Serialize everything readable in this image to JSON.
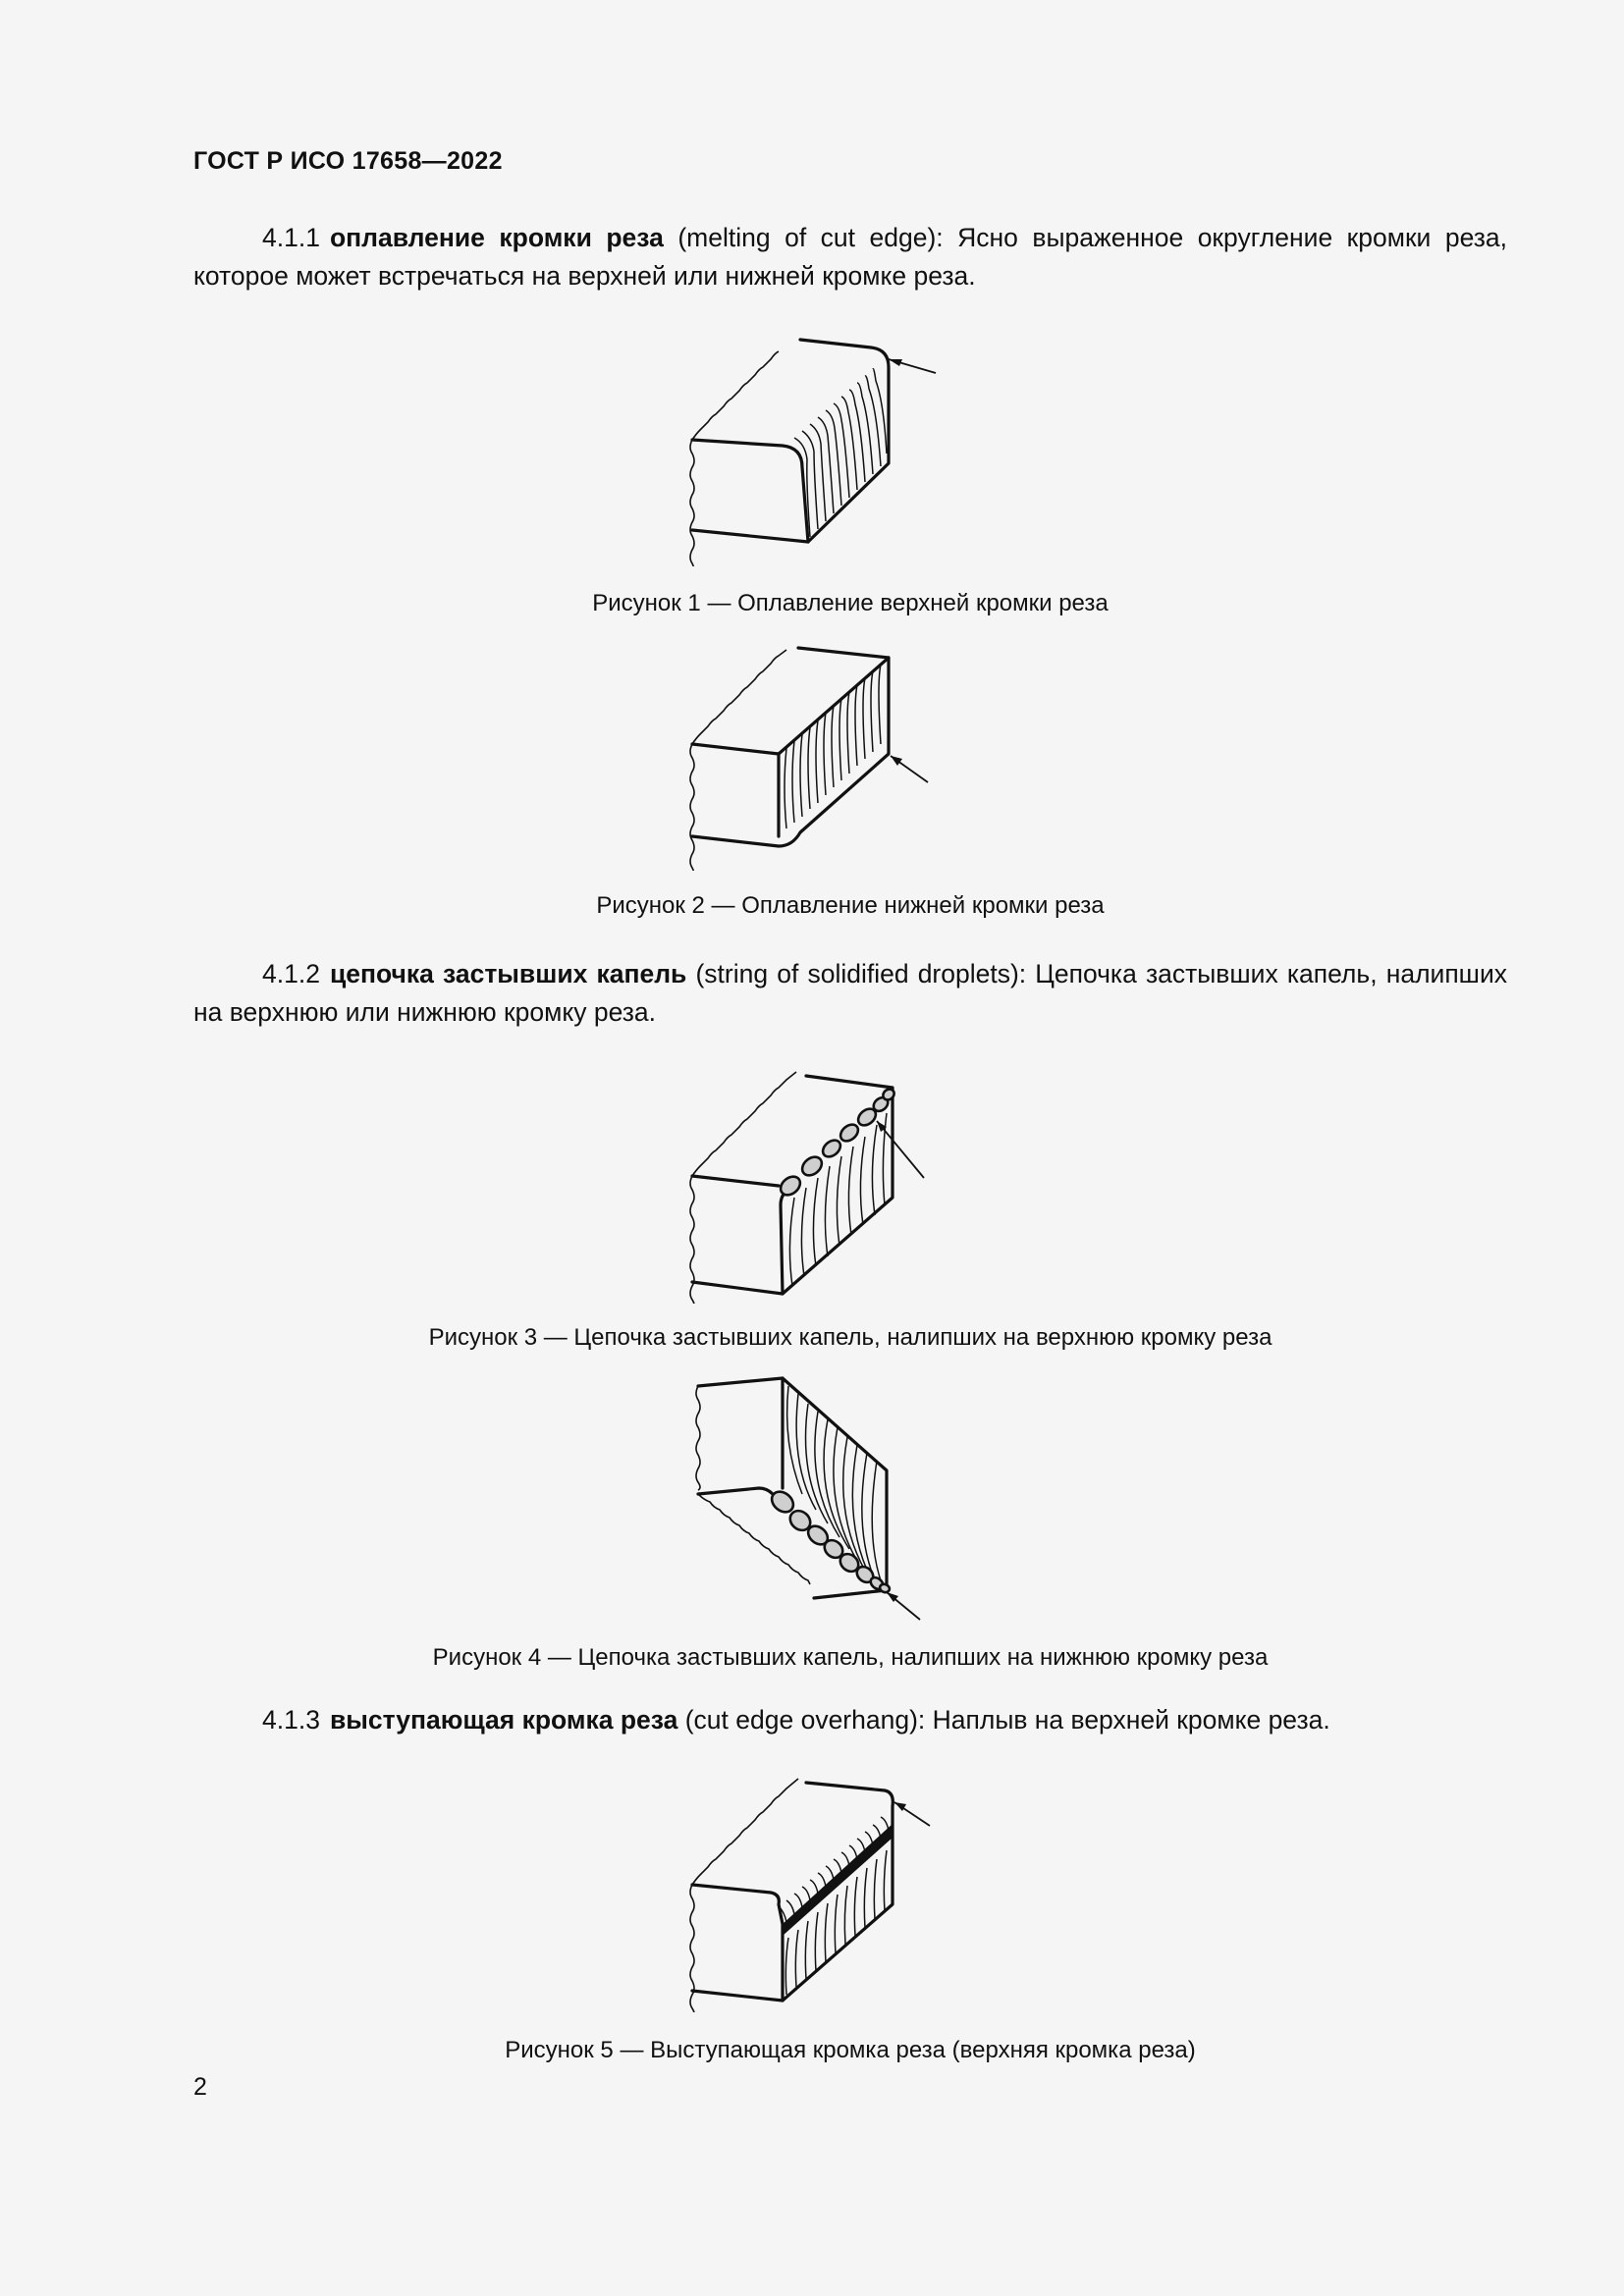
{
  "header": {
    "doc_id": "ГОСТ Р ИСО 17658—2022"
  },
  "sections": [
    {
      "number": "4.1.1",
      "term": "оплавление кромки реза",
      "rest": " (melting of cut edge): Ясно выраженное округление кромки реза, которое может встречаться на верхней или нижней кромке реза."
    },
    {
      "number": "4.1.2",
      "term": "цепочка застывших капель",
      "rest": " (string of solidified droplets): Цепочка застывших капель, налип­ших на верхнюю или нижнюю кромку реза."
    },
    {
      "number": "4.1.3",
      "term": "выступающая кромка реза",
      "rest": " (cut edge overhang): Наплыв на верхней кромке реза."
    }
  ],
  "figures": [
    {
      "caption": "Рисунок 1 — Оплавление верхней кромки реза",
      "icon": "block-rounded-top-edge-figure"
    },
    {
      "caption": "Рисунок 2 — Оплавление нижней кромки реза",
      "icon": "block-rounded-bottom-edge-figure"
    },
    {
      "caption": "Рисунок 3 — Цепочка застывших капель, налипших на верхнюю кромку реза",
      "icon": "block-droplets-top-figure"
    },
    {
      "caption": "Рисунок 4 — Цепочка застывших капель, налипших на нижнюю кромку реза",
      "icon": "block-droplets-bottom-figure"
    },
    {
      "caption": "Рисунок 5 — Выступающая кромка реза (верхняя кромка реза)",
      "icon": "block-overhang-figure"
    }
  ],
  "footer": {
    "page_number": "2"
  },
  "colors": {
    "background": "#f5f5f5",
    "text": "#111111"
  }
}
